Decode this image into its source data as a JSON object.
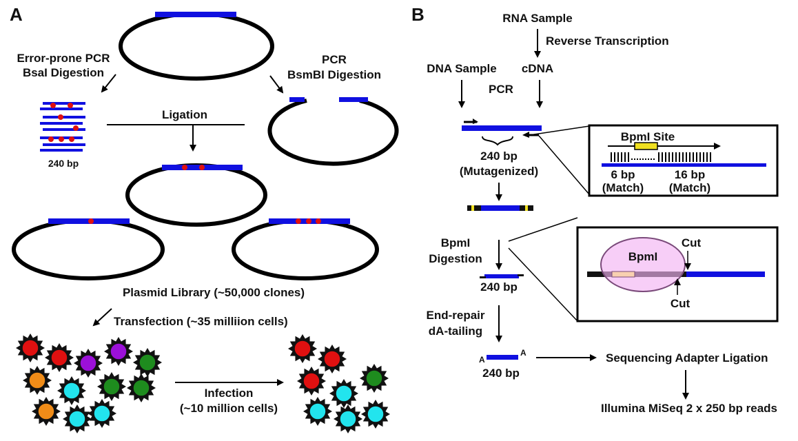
{
  "panels": {
    "a": {
      "panel_label": "A",
      "error_prone_pcr": "Error-prone PCR",
      "bsai_digestion": "BsaI Digestion",
      "pcr": "PCR",
      "bsmbi_digestion": "BsmBI Digestion",
      "ligation": "Ligation",
      "insert_size": "240 bp",
      "plasmid_library": "Plasmid Library (~50,000 clones)",
      "transfection": "Transfection (~35 milliion cells)",
      "infection": "Infection",
      "infection_cells": "(~10 million cells)"
    },
    "b": {
      "panel_label": "B",
      "rna_sample": "RNA Sample",
      "reverse_transcription": "Reverse Transcription",
      "dna_sample": "DNA Sample",
      "cdna": "cDNA",
      "pcr": "PCR",
      "amplicon_size": "240 bp",
      "mutagenized": "(Mutagenized)",
      "bpmi_digestion_line1": "BpmI",
      "bpmi_digestion_line2": "Digestion",
      "digested_size": "240 bp",
      "end_repair": "End-repair",
      "da_tailing": "dA-tailing",
      "a_overhang": "A",
      "final_size": "240 bp",
      "adapter_ligation": "Sequencing Adapter Ligation",
      "miseq": "Illumina MiSeq 2 x 250 bp reads",
      "inset_top": {
        "bpmi_site": "BpmI Site",
        "match_6": "6 bp",
        "match_6_note": "(Match)",
        "match_16": "16 bp",
        "match_16_note": "(Match)"
      },
      "inset_bottom": {
        "enzyme": "BpmI",
        "cut_top": "Cut",
        "cut_bottom": "Cut"
      }
    }
  },
  "colors": {
    "dna": "#1010e0",
    "mutation": "#e01010",
    "primer_end": "#f0e020",
    "enzyme_fill": "#f3b3f3",
    "enzyme_stroke": "#7a4a7a",
    "cell_red": "#e01010",
    "cell_green": "#1e8c1e",
    "cell_purple": "#9b10d8",
    "cell_orange": "#f08c18",
    "cell_cyan": "#22e4ee"
  }
}
